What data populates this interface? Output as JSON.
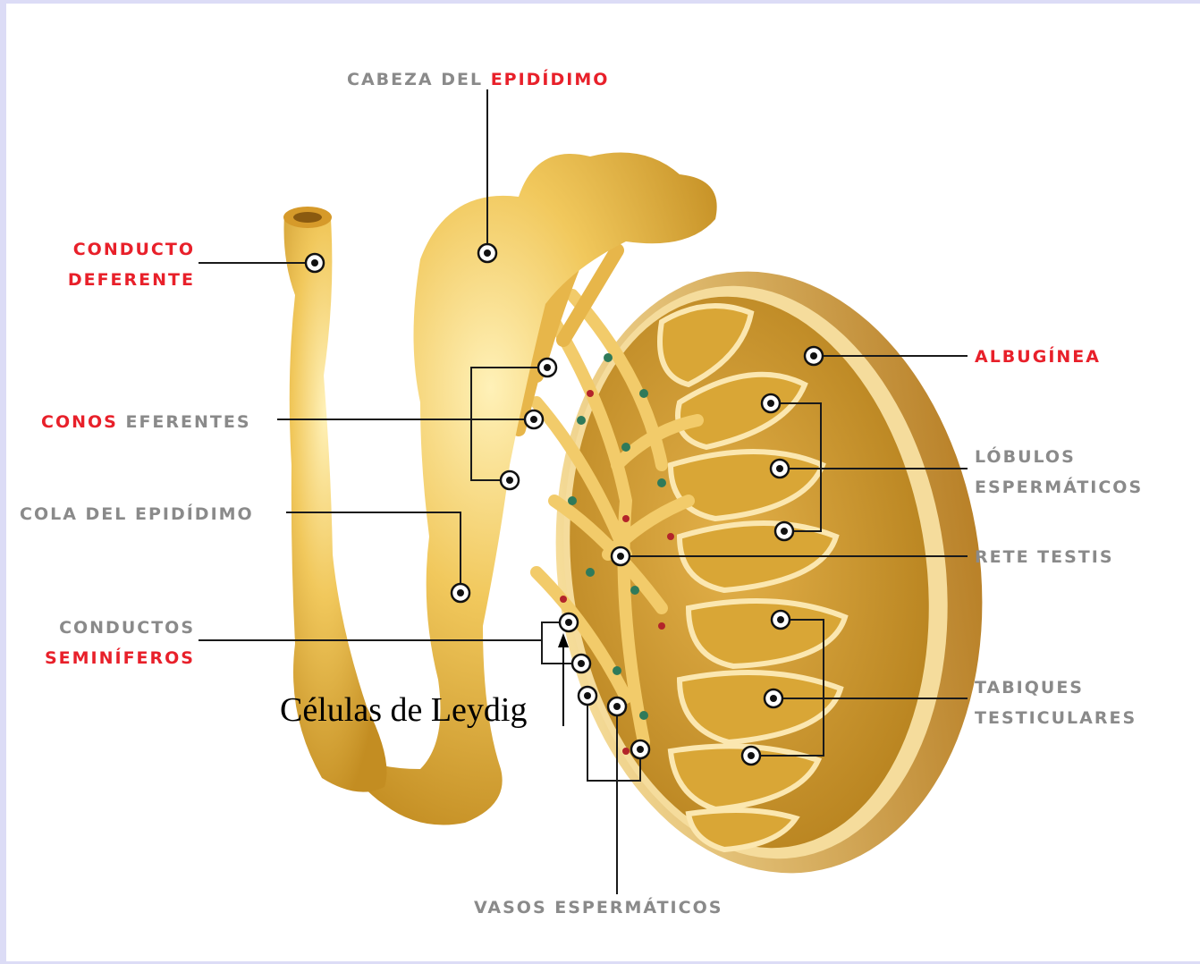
{
  "labels": {
    "cabeza": {
      "part1": "CABEZA DEL ",
      "part2": "EPIDÍDIMO"
    },
    "conducto_deferente": {
      "line1": "CONDUCTO",
      "line2": "DEFERENTE"
    },
    "conos": {
      "part1": "CONOS",
      "part2": " EFERENTES"
    },
    "cola": "COLA DEL EPIDÍDIMO",
    "seminiferos": {
      "line1": "CONDUCTOS",
      "line2": "SEMINÍFEROS"
    },
    "albuginea": "ALBUGÍNEA",
    "lobulos": {
      "line1": "LÓBULOS",
      "line2": "ESPERMÁTICOS"
    },
    "rete": "RETE TESTIS",
    "tabiques": {
      "line1": "TABIQUES",
      "line2": "TESTICULARES"
    },
    "vasos": "VASOS ESPERMÁTICOS",
    "leydig": "Células de Leydig"
  },
  "colors": {
    "gray_label": "#8a8a8a",
    "red_label": "#e8202a",
    "tissue": "#e8b84a",
    "tissue_dark": "#b98520",
    "frame": "#dcdcf6"
  }
}
